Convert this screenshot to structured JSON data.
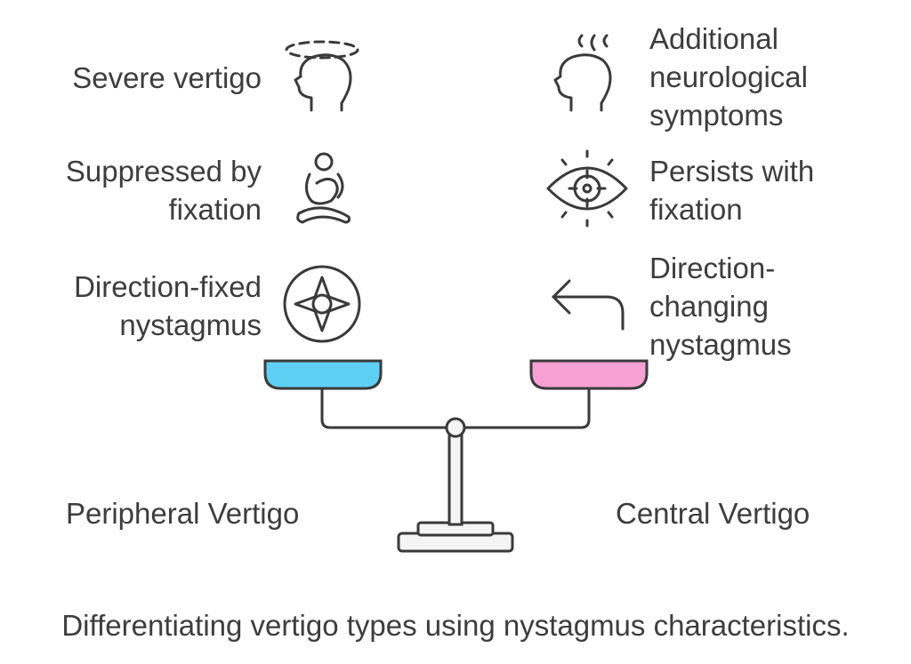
{
  "peripheral": {
    "title": "Peripheral Vertigo",
    "color": "#5ed0f5",
    "items": [
      {
        "label": "Severe vertigo",
        "icon": "dizzy-head-icon"
      },
      {
        "label": "Suppressed by\nfixation",
        "icon": "meditation-icon"
      },
      {
        "label": "Direction-fixed\nnystagmus",
        "icon": "compass-icon"
      }
    ]
  },
  "central": {
    "title": "Central Vertigo",
    "color": "#f7a0d3",
    "items": [
      {
        "label": "Additional\nneurological\nsymptoms",
        "icon": "head-steam-icon"
      },
      {
        "label": "Persists with\nfixation",
        "icon": "eye-target-icon"
      },
      {
        "label": "Direction-\nchanging\nnystagmus",
        "icon": "turn-arrow-icon"
      }
    ]
  },
  "caption": "Differentiating vertigo types using nystagmus characteristics."
}
